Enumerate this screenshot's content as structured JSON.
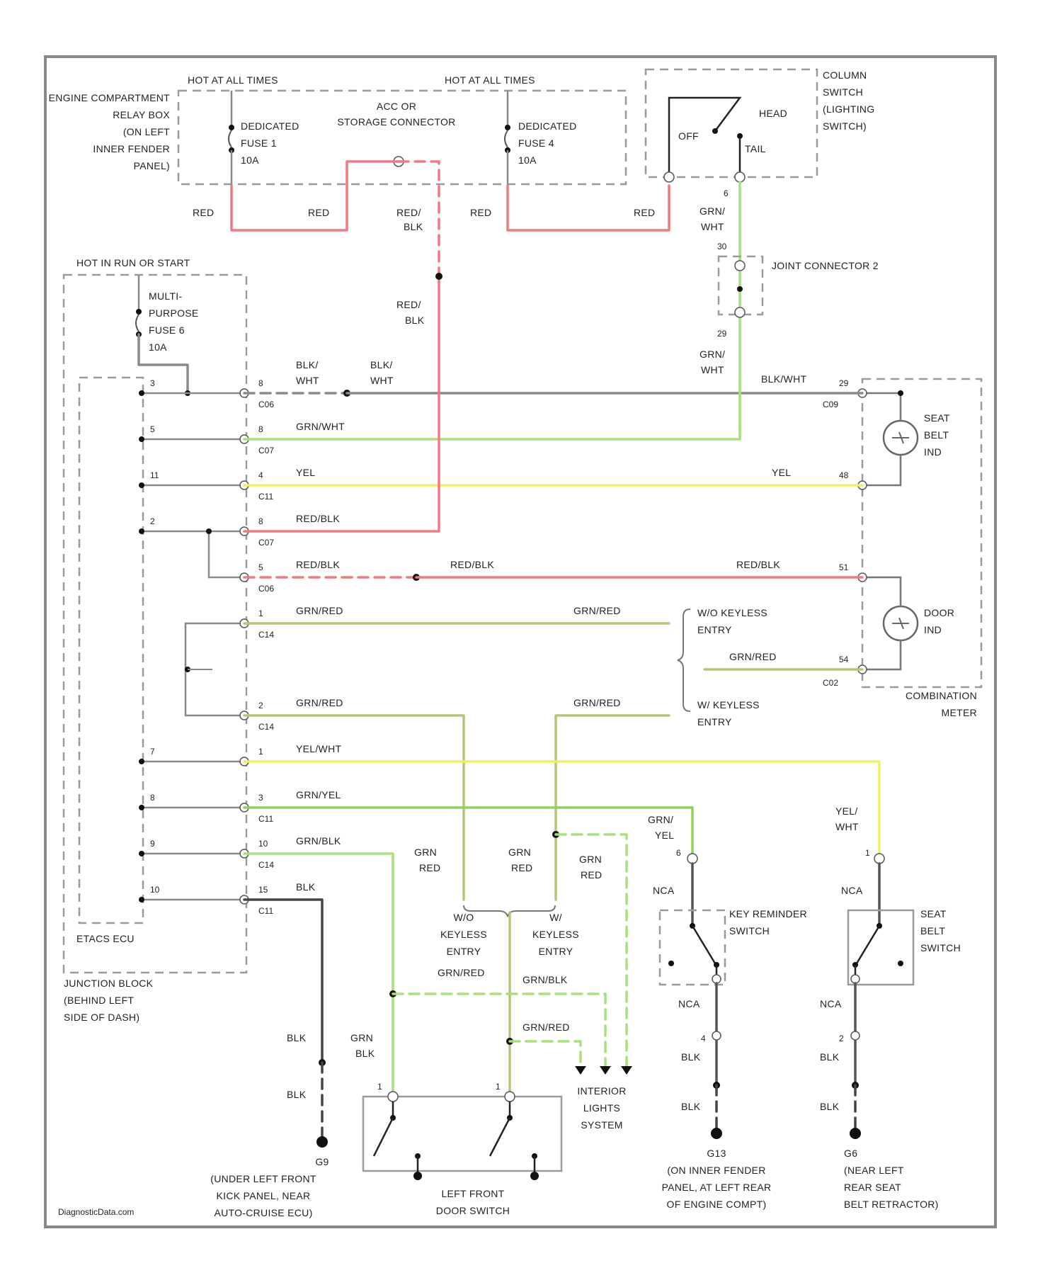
{
  "labels": {
    "engine_relay_box": [
      "ENGINE COMPARTMENT",
      "RELAY BOX",
      "(ON LEFT",
      "INNER FENDER",
      "PANEL)"
    ],
    "hot_at_all_times": "HOT AT ALL TIMES",
    "hot_at_all_times_2": "HOT AT ALL TIMES",
    "acc_connector": [
      "ACC OR",
      "STORAGE CONNECTOR"
    ],
    "fuse1": [
      "DEDICATED",
      "FUSE 1",
      "10A"
    ],
    "fuse4": [
      "DEDICATED",
      "FUSE 4",
      "10A"
    ],
    "column_switch": [
      "COLUMN",
      "SWITCH",
      "(LIGHTING",
      "SWITCH)"
    ],
    "sw_off": "OFF",
    "sw_head": "HEAD",
    "sw_tail": "TAIL",
    "joint_connector": "JOINT CONNECTOR 2",
    "hot_in_run": "HOT IN RUN OR START",
    "mpf": [
      "MULTI-",
      "PURPOSE",
      "FUSE 6",
      "10A"
    ],
    "seat_belt_ind": [
      "SEAT",
      "BELT",
      "IND"
    ],
    "door_ind": [
      "DOOR",
      "IND"
    ],
    "combination_meter": [
      "COMBINATION",
      "METER"
    ],
    "keyless_wo": [
      "W/O KEYLESS",
      "ENTRY"
    ],
    "keyless_w": [
      "W/ KEYLESS",
      "ENTRY"
    ],
    "etacs": "ETACS ECU",
    "junction_block": [
      "JUNCTION BLOCK",
      "(BEHIND LEFT",
      "SIDE OF DASH)"
    ],
    "keyless_wo_bottom": [
      "W/O",
      "KEYLESS",
      "ENTRY"
    ],
    "keyless_w_bottom": [
      "W/",
      "KEYLESS",
      "ENTRY"
    ],
    "key_reminder": [
      "KEY REMINDER",
      "SWITCH"
    ],
    "seat_belt_switch": [
      "SEAT",
      "BELT",
      "SWITCH"
    ],
    "interior_lights": [
      "INTERIOR",
      "LIGHTS",
      "SYSTEM"
    ],
    "left_front_door_switch": [
      "LEFT FRONT",
      "DOOR SWITCH"
    ],
    "g_under_left": [
      "G9",
      "(UNDER LEFT FRONT",
      "KICK PANEL, NEAR",
      "AUTO-CRUISE ECU)"
    ],
    "g_inner_fender": [
      "G13",
      "(ON INNER FENDER",
      "PANEL, AT LEFT REAR",
      "OF ENGINE COMPT)"
    ],
    "g_rear": [
      "G6",
      "(NEAR LEFT",
      "REAR SEAT",
      "BELT RETRACTOR)"
    ],
    "watermark": "DiagnosticData.com",
    "nca1": "NCA",
    "nca2": "NCA",
    "nca3": "NCA",
    "nca4": "NCA"
  },
  "wires": {
    "red": "RED",
    "red_blk": [
      "RED/",
      "BLK"
    ],
    "grn_wht": [
      "GRN/",
      "WHT"
    ],
    "blk_wht": [
      "BLK/",
      "WHT"
    ],
    "blk_wht_full": "BLK/WHT",
    "grn_wht_full": "GRN/WHT",
    "yel": "YEL",
    "red_blk_full": "RED/BLK",
    "grn_red_full": "GRN/RED",
    "yel_wht_full": "YEL/WHT",
    "grn_yel_full": "GRN/YEL",
    "grn_blk_full": "GRN/BLK",
    "blk": "BLK",
    "grn_red": [
      "GRN",
      "RED"
    ],
    "grn_yel": [
      "GRN/",
      "YEL"
    ],
    "yel_wht": [
      "YEL/",
      "WHT"
    ],
    "grn_blk": [
      "GRN",
      "BLK"
    ]
  },
  "pins": {
    "etacs_left": [
      "3",
      "5",
      "11",
      "2",
      "7",
      "8",
      "9",
      "10"
    ],
    "jb_right": [
      "8",
      "8",
      "4",
      "8",
      "5",
      "1",
      "2",
      "1",
      "3",
      "10",
      "15"
    ],
    "conn": [
      "C06",
      "C07",
      "C11",
      "C07",
      "C06",
      "C14",
      "C14",
      "C11",
      "C14",
      "C11"
    ],
    "meter_pins": [
      "29",
      "48",
      "51",
      "54"
    ],
    "meter_conns": [
      "C09",
      "C02"
    ],
    "column_pins": [
      "6",
      "30",
      "29"
    ],
    "switch_pins": [
      "6",
      "1",
      "4",
      "2"
    ],
    "door_pins": [
      "1",
      "1"
    ]
  },
  "colors": {
    "red": "#f07a80",
    "green": "#a8e07a",
    "bright_green": "#8fd35a",
    "yellow": "#f2f062",
    "olive": "#b8c47a",
    "gray": "#8a8a8a",
    "black": "#3a3a3a"
  }
}
